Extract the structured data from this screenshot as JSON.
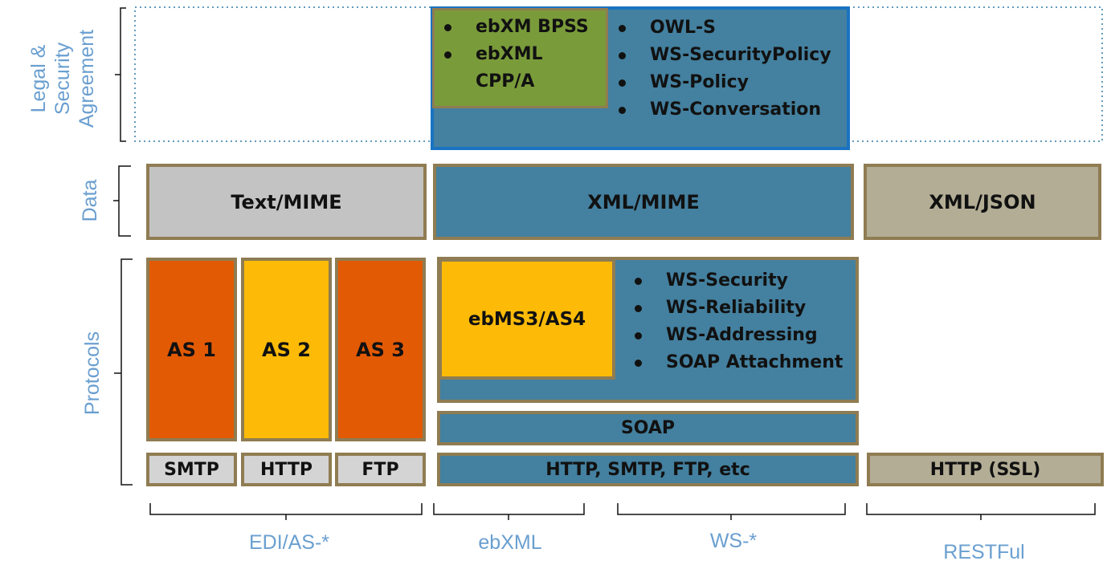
{
  "rows": {
    "legal": [
      "Legal &",
      "Security",
      "Agreement"
    ],
    "data": "Data",
    "protocols": "Protocols"
  },
  "columns": {
    "edi": "EDI/AS-*",
    "ebxml": "ebXML",
    "ws": "WS-*",
    "restful": "RESTFul"
  },
  "legal_layer": {
    "ebxml_items": [
      "ebXM BPSS",
      "ebXML CPP/A"
    ],
    "ws_items": [
      "OWL-S",
      "WS-SecurityPolicy",
      "WS-Policy",
      "WS-Conversation"
    ]
  },
  "data_layer": {
    "edi": "Text/MIME",
    "ebxml_ws": "XML/MIME",
    "restful": "XML/JSON"
  },
  "protocol_layer": {
    "as1": "AS 1",
    "as2": "AS 2",
    "as3": "AS 3",
    "ebms": "ebMS3/AS4",
    "ws_items": [
      "WS-Security",
      "WS-Reliability",
      "WS-Addressing",
      "SOAP Attachment"
    ],
    "soap": "SOAP"
  },
  "transport_layer": {
    "smtp": "SMTP",
    "http": "HTTP",
    "ftp": "FTP",
    "ebxml_ws": "HTTP, SMTP, FTP, etc",
    "restful": "HTTP (SSL)"
  },
  "colors": {
    "border": "#8f7c52",
    "blue": "#44809f",
    "orange": "#e35a05",
    "yellow": "#fdbb07",
    "green": "#7a9b3a",
    "tan": "#b3ad95",
    "gray": "#c3c3c3",
    "label": "#6a9fd0"
  }
}
